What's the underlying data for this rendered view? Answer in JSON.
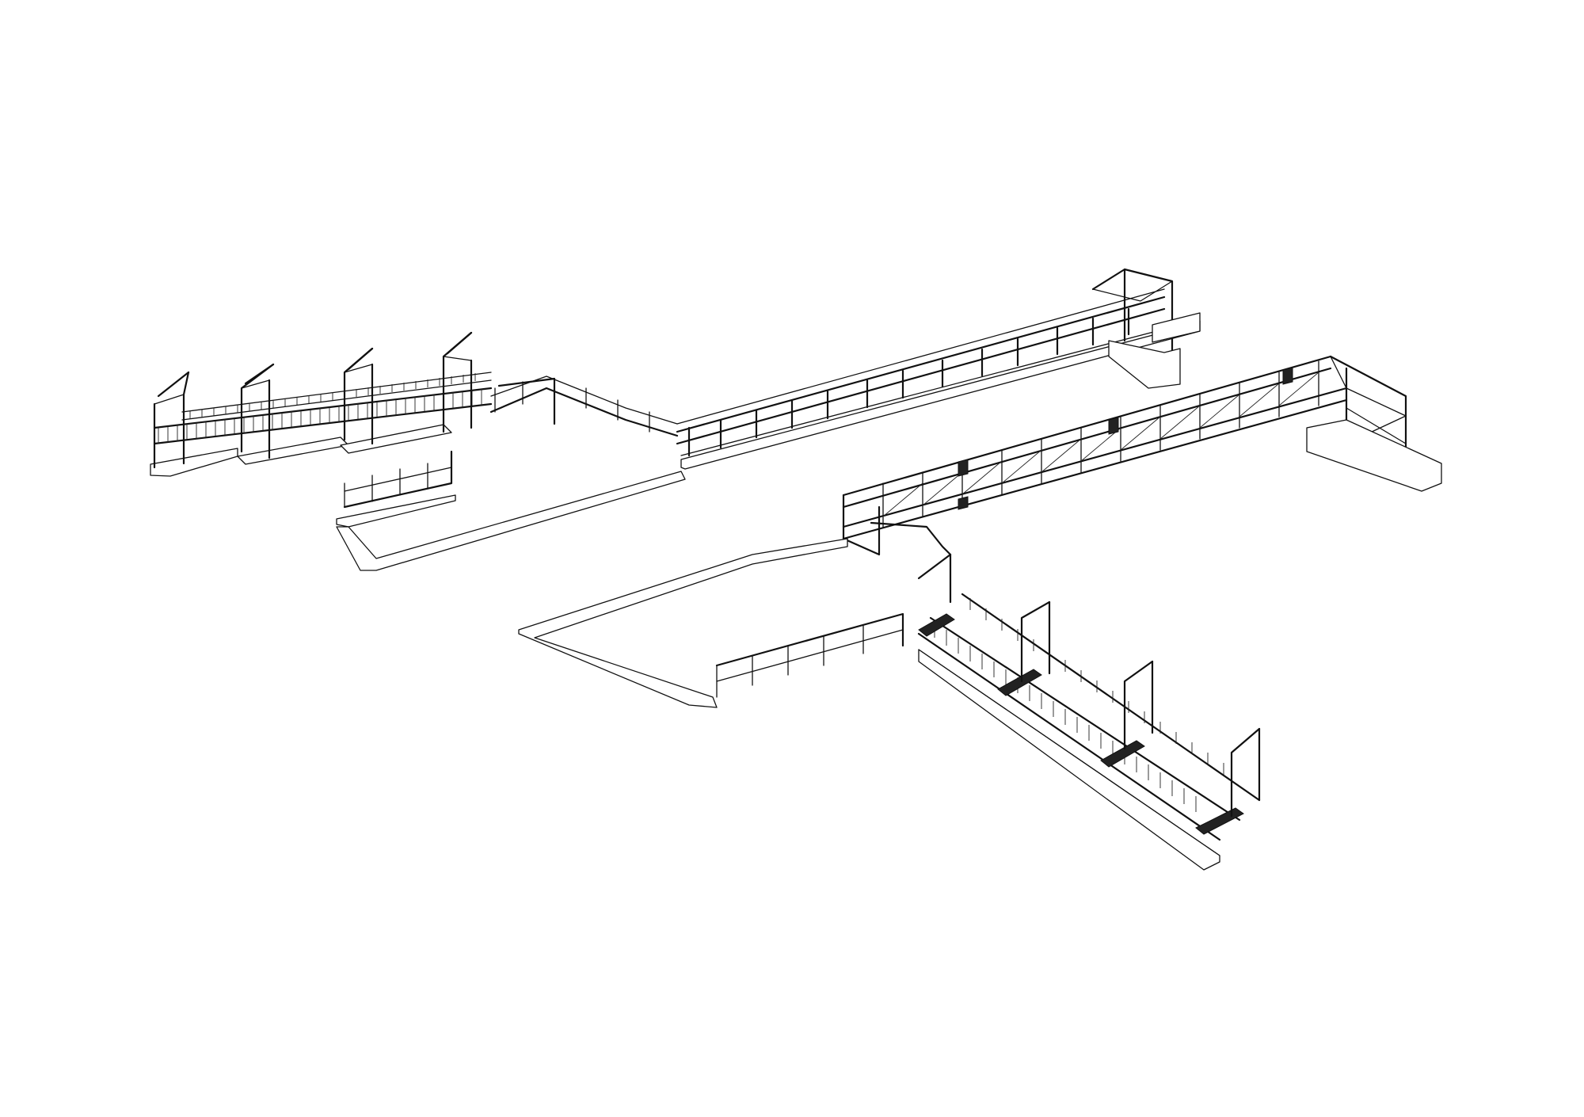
{
  "drawing": {
    "background": "#ffffff",
    "line_color": "#111111",
    "components": [
      "left-stair-flights",
      "upper-walkway",
      "lower-approach-ramp",
      "truss-bridge",
      "right-stair-flights",
      "landing-platform"
    ]
  }
}
